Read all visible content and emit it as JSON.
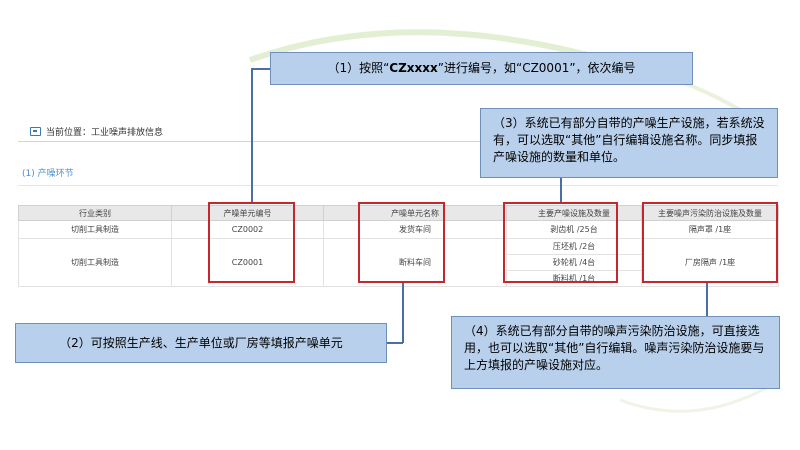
{
  "breadcrumb": {
    "icon": "monitor-icon",
    "label": "当前位置：工业噪声排放信息"
  },
  "section": {
    "title": "(1) 产噪环节"
  },
  "table": {
    "headers": [
      "行业类别",
      "产噪单元编号",
      "产噪单元名称",
      "主要产噪设施及数量",
      "主要噪声污染防治设施及数量"
    ],
    "rows": [
      {
        "industry": "切削工具制造",
        "unit_no": "CZ0002",
        "unit_name": "发货车间",
        "facilities": [
          "剥齿机 /25台"
        ],
        "controls": "隔声罩 /1座"
      },
      {
        "industry": "切削工具制造",
        "unit_no": "CZ0001",
        "unit_name": "断料车间",
        "facilities": [
          "压坯机 /2台",
          "砂轮机 /4台",
          "断料机 /1台"
        ],
        "controls": "厂房隔声 /1座"
      }
    ]
  },
  "callouts": {
    "c1_prefix": "（1）按照“",
    "c1_code": "CZxxxx",
    "c1_suffix": "”进行编号，如“CZ0001”，依次编号",
    "c2": "（2）可按照生产线、生产单位或厂房等填报产噪单元",
    "c3": "（3）系统已有部分自带的产噪生产设施，若系统没有，可以选取“其他”自行编辑设施名称。同步填报产噪设施的数量和单位。",
    "c4": "（4）系统已有部分自带的噪声污染防治设施，可直接选用，也可以选取“其他”自行编辑。噪声污染防治设施要与上方填报的产噪设施对应。"
  },
  "colors": {
    "highlight": "#c6262e",
    "callout_bg": "#b9d0ec",
    "link_blue": "#4a8fcf"
  }
}
